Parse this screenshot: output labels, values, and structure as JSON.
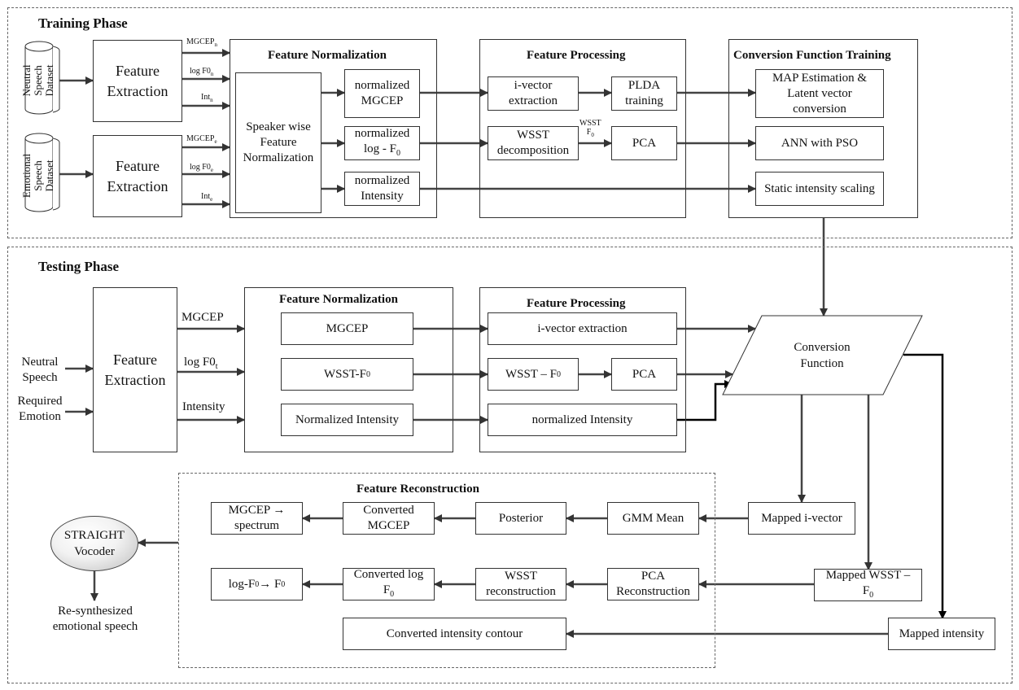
{
  "training": {
    "title": "Training Phase",
    "neutral_dataset": "Neutral\nSpeech\nDataset",
    "emotional_dataset": "Emotional\nSpeech\nDataset",
    "feature_extraction_1": "Feature\nExtraction",
    "feature_extraction_2": "Feature\nExtraction",
    "out_labels_n": {
      "mgcep": "MGCEP",
      "mgcep_sub": "n",
      "logf0": "log F0",
      "logf0_sub": "n",
      "int": "Int",
      "int_sub": "n"
    },
    "out_labels_e": {
      "mgcep": "MGCEP",
      "mgcep_sub": "e",
      "logf0": "log F0",
      "logf0_sub": "e",
      "int": "Int",
      "int_sub": "e"
    },
    "norm": {
      "title": "Feature Normalization",
      "speaker_wise": "Speaker wise\nFeature\nNormalization",
      "norm_mgcep": "normalized\nMGCEP",
      "norm_logf0_a": "normalized",
      "norm_logf0_b": "log - F",
      "norm_logf0_sub": "0",
      "norm_intensity": "normalized\nIntensity"
    },
    "processing": {
      "title": "Feature Processing",
      "ivector": "i-vector\nextraction",
      "plda": "PLDA\ntraining",
      "wsst": "WSST\ndecomposition",
      "pca": "PCA",
      "wsst_f0_a": "WSST",
      "wsst_f0_b": "F",
      "wsst_f0_sub": "0"
    },
    "conversion": {
      "title": "Conversion Function Training",
      "map": "MAP Estimation &\nLatent vector\nconversion",
      "ann": "ANN with PSO",
      "static": "Static intensity scaling"
    }
  },
  "testing": {
    "title": "Testing Phase",
    "neutral_speech": "Neutral\nSpeech",
    "required_emotion": "Required\nEmotion",
    "feature_extraction": "Feature\nExtraction",
    "out_mgcep": "MGCEP",
    "out_logf0": "log F0",
    "out_logf0_sub": "t",
    "out_intensity": "Intensity",
    "norm": {
      "title": "Feature Normalization",
      "mgcep": "MGCEP",
      "wsst_f0": "WSST-F",
      "wsst_f0_sub": "0",
      "norm_intensity": "Normalized Intensity"
    },
    "processing": {
      "title": "Feature Processing",
      "ivector": "i-vector extraction",
      "wsst_f0": "WSST – F",
      "wsst_f0_sub": "0",
      "pca": "PCA",
      "norm_intensity": "normalized Intensity"
    },
    "conversion_function": "Conversion\nFunction",
    "mapped_ivector": "Mapped i-vector",
    "mapped_wsst_a": "Mapped WSST –",
    "mapped_wsst_b": "F",
    "mapped_wsst_sub": "0",
    "mapped_intensity": "Mapped intensity",
    "reconstruction": {
      "title": "Feature Reconstruction",
      "mgcep_spectrum": "MGCEP → \nspectrum",
      "converted_mgcep": "Converted\nMGCEP",
      "posterior": "Posterior",
      "gmm_mean": "GMM Mean",
      "logf0_a": "log-F",
      "logf0_b": " → F",
      "converted_logf0_a": "Converted log",
      "converted_logf0_b": "F",
      "wsst_recon": "WSST\nreconstruction",
      "pca_recon": "PCA\nReconstruction",
      "converted_intensity": "Converted intensity contour"
    },
    "vocoder": "STRAIGHT\nVocoder",
    "resynth": "Re-synthesized\nemotional speech"
  }
}
